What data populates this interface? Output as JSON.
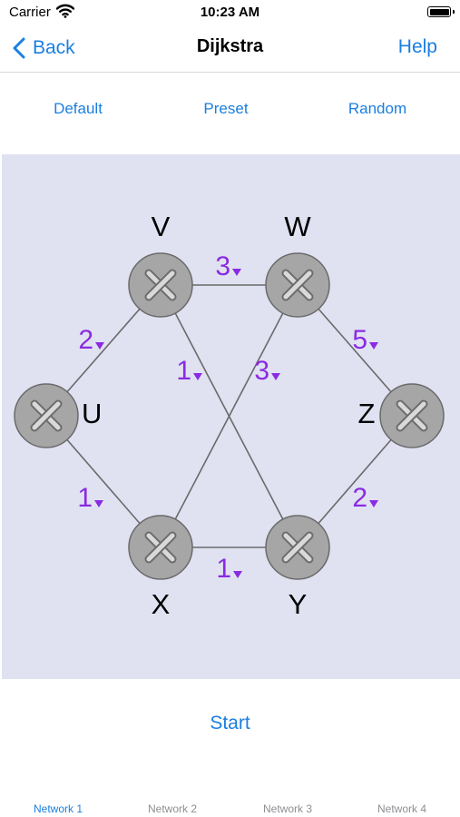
{
  "status_bar": {
    "carrier": "Carrier",
    "time": "10:23 AM"
  },
  "nav": {
    "back_label": "Back",
    "title": "Dijkstra",
    "help_label": "Help"
  },
  "modes": [
    {
      "label": "Default"
    },
    {
      "label": "Preset"
    },
    {
      "label": "Random"
    }
  ],
  "graph": {
    "nodes": [
      {
        "id": "U",
        "label": "U"
      },
      {
        "id": "V",
        "label": "V"
      },
      {
        "id": "W",
        "label": "W"
      },
      {
        "id": "X",
        "label": "X"
      },
      {
        "id": "Y",
        "label": "Y"
      },
      {
        "id": "Z",
        "label": "Z"
      }
    ],
    "edges": [
      {
        "from": "U",
        "to": "V",
        "weight": "2"
      },
      {
        "from": "U",
        "to": "X",
        "weight": "1"
      },
      {
        "from": "V",
        "to": "W",
        "weight": "3"
      },
      {
        "from": "V",
        "to": "Y",
        "weight": "1"
      },
      {
        "from": "X",
        "to": "W",
        "weight": "3"
      },
      {
        "from": "X",
        "to": "Y",
        "weight": "1"
      },
      {
        "from": "W",
        "to": "Z",
        "weight": "5"
      },
      {
        "from": "Y",
        "to": "Z",
        "weight": "2"
      }
    ],
    "weight_color": "#8a2be2",
    "node_fill": "#a6a6a6",
    "edge_color": "#6a6a6a"
  },
  "actions": {
    "start_label": "Start"
  },
  "tabs": [
    {
      "label": "Network 1",
      "active": true
    },
    {
      "label": "Network 2",
      "active": false
    },
    {
      "label": "Network 3",
      "active": false
    },
    {
      "label": "Network 4",
      "active": false
    }
  ],
  "colors": {
    "accent": "#1a7fe0",
    "panel_bg": "#e0e2f2"
  }
}
